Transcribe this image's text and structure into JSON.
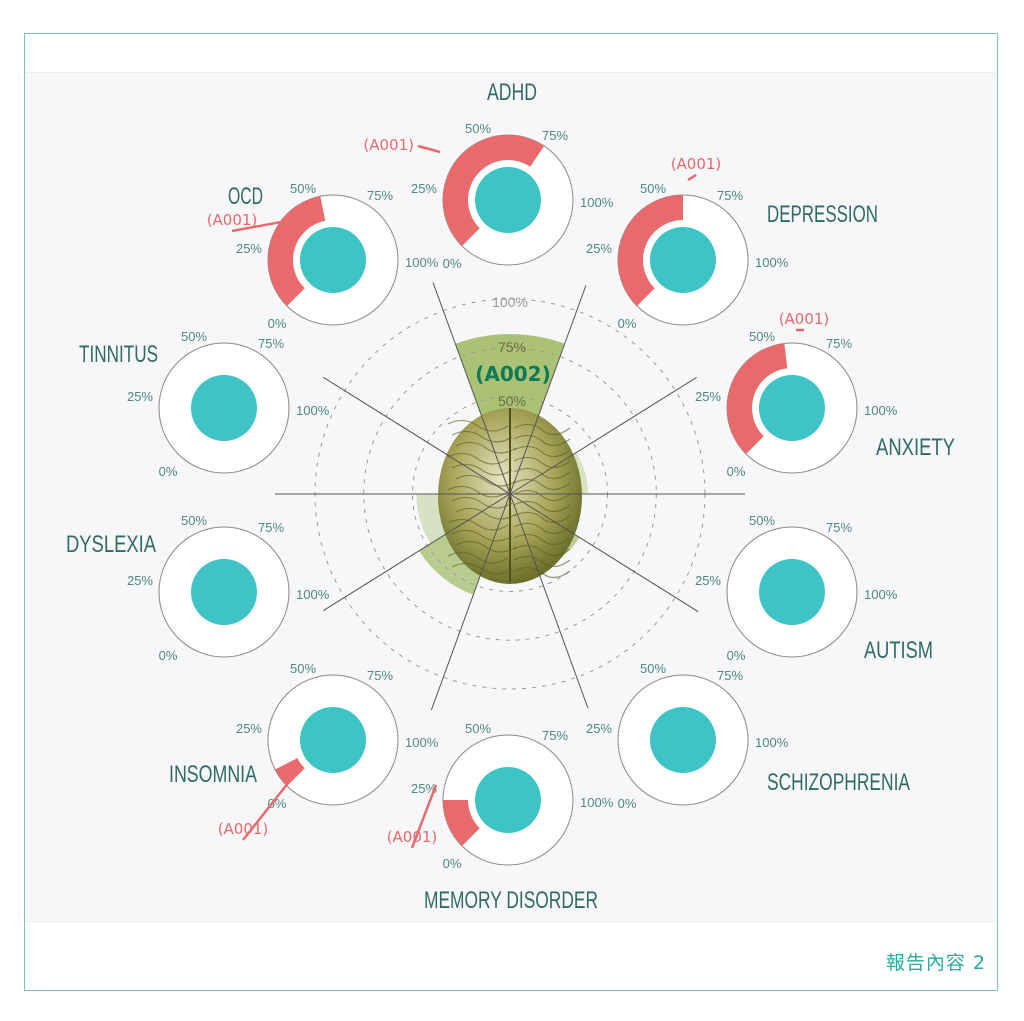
{
  "footer": {
    "label": "報告內容 2"
  },
  "colors": {
    "red": "#e86a6c",
    "teal": "#3ec4c4",
    "green": "#8fb04a",
    "text": "#2f6b66",
    "label": "#4c8a84"
  },
  "chart_data": {
    "type": "radial-gauge",
    "tick_labels": [
      "0%",
      "25%",
      "50%",
      "75%",
      "100%"
    ],
    "gauges": [
      {
        "name": "ADHD",
        "value": 75,
        "marker": "(A001)"
      },
      {
        "name": "DEPRESSION",
        "value": 60,
        "marker": "(A001)"
      },
      {
        "name": "ANXIETY",
        "value": 57,
        "marker": "(A001)"
      },
      {
        "name": "AUTISM",
        "value": 0,
        "marker": ""
      },
      {
        "name": "SCHIZOPHRENIA",
        "value": 0,
        "marker": ""
      },
      {
        "name": "MEMORY DISORDER",
        "value": 20,
        "marker": "(A001)"
      },
      {
        "name": "INSOMNIA",
        "value": 8,
        "marker": "(A001)"
      },
      {
        "name": "DYSLEXIA",
        "value": 0,
        "marker": ""
      },
      {
        "name": "TINNITUS",
        "value": 0,
        "marker": ""
      },
      {
        "name": "OCD",
        "value": 55,
        "marker": "(A001)"
      }
    ],
    "center": {
      "ring_labels": [
        "50%",
        "75%",
        "100%"
      ],
      "highlight_label": "(A002)",
      "sectors": [
        {
          "name": "ADHD",
          "value": 82
        },
        {
          "name": "DEPRESSION",
          "value": 0
        },
        {
          "name": "ANXIETY",
          "value": 40
        },
        {
          "name": "AUTISM",
          "value": 0
        },
        {
          "name": "SCHIZOPHRENIA",
          "value": 42
        },
        {
          "name": "MEMORY DISORDER",
          "value": 0
        },
        {
          "name": "INSOMNIA",
          "value": 55
        },
        {
          "name": "DYSLEXIA",
          "value": 48
        },
        {
          "name": "TINNITUS",
          "value": 0
        },
        {
          "name": "OCD",
          "value": 0
        }
      ]
    }
  }
}
